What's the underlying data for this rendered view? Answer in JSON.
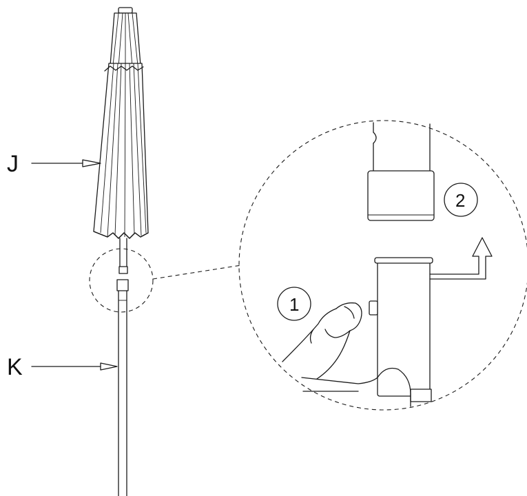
{
  "labels": {
    "canopy": "J",
    "pole": "K"
  },
  "steps": {
    "press_button": "1",
    "separate_pole": "2"
  },
  "icons": {
    "detail_view": "dashed-magnifier-circle",
    "hand": "finger-pressing-button",
    "direction": "up-arrow"
  }
}
